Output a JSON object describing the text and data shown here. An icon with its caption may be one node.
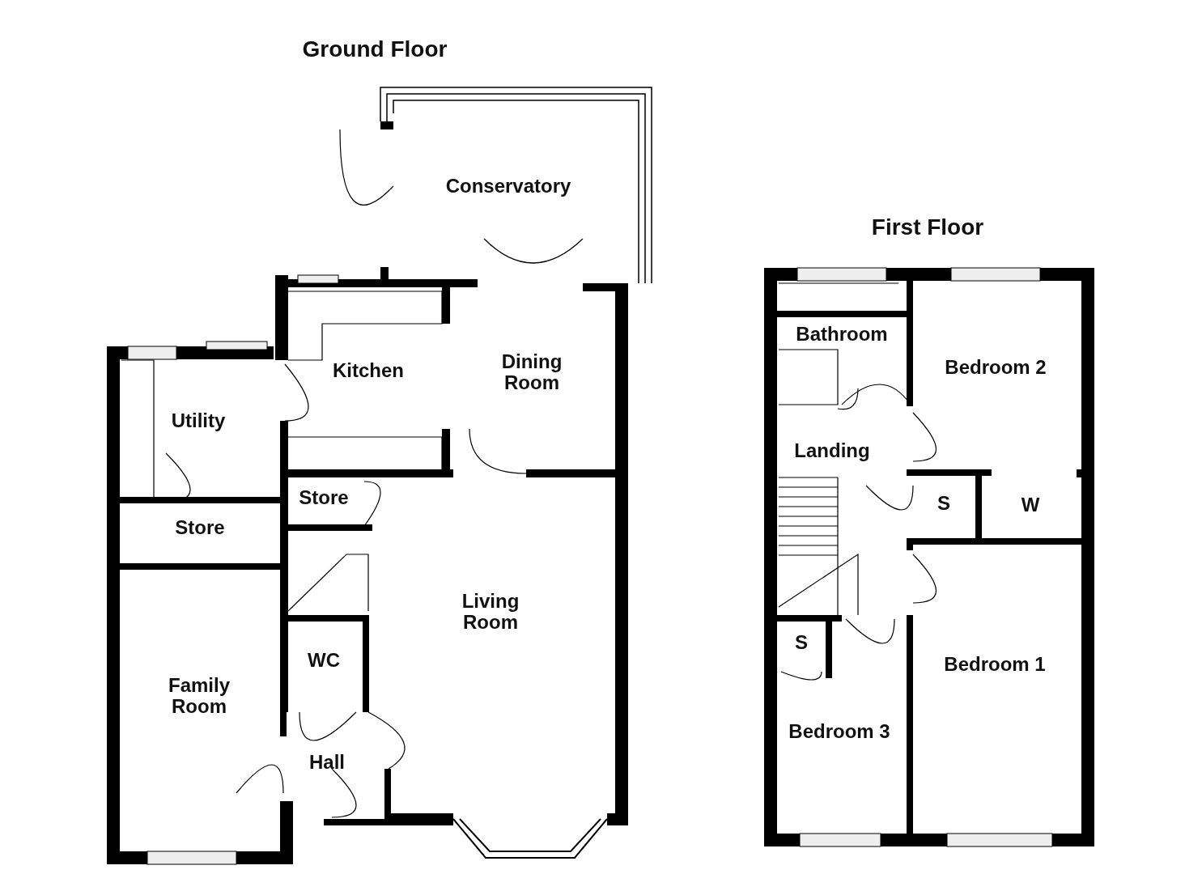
{
  "diagram": {
    "nodes": [
      {
        "text": [
          "Conservatory"
        ]
      },
      {
        "text": [
          "Kitchen"
        ]
      },
      {
        "text": [
          "Dining Room"
        ]
      },
      {
        "text": [
          "Utility"
        ]
      },
      {
        "text": [
          "Store"
        ]
      },
      {
        "text": [
          "Store"
        ]
      },
      {
        "text": [
          "Living Room"
        ]
      },
      {
        "text": [
          "WC"
        ]
      },
      {
        "text": [
          "Family Room"
        ]
      },
      {
        "text": [
          "Hall"
        ]
      },
      {
        "text": [
          "Bathroom"
        ]
      },
      {
        "text": [
          "Bedroom 2"
        ]
      },
      {
        "text": [
          "Landing"
        ]
      },
      {
        "text": [
          "S"
        ]
      },
      {
        "text": [
          "W"
        ]
      },
      {
        "text": [
          "S"
        ]
      },
      {
        "text": [
          "Bedroom 1"
        ]
      },
      {
        "text": [
          "Bedroom 3"
        ]
      }
    ],
    "labels": [
      "Ground Floor",
      "First Floor"
    ]
  }
}
